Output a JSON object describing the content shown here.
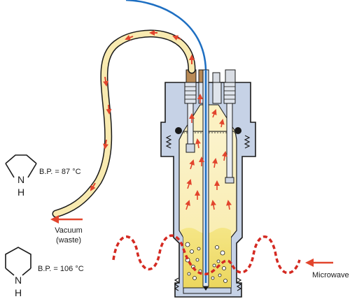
{
  "labels": {
    "pyrrolidine_bp": "B.P. = 87 °C",
    "piperidine_bp": "B.P. = 106 °C",
    "pyrrolidine_n": "N",
    "pyrrolidine_h": "H",
    "piperidine_n": "N",
    "piperidine_h": "H",
    "vacuum_line1": "Vacuum",
    "vacuum_line2": "(waste)",
    "microwave": "Microwave"
  },
  "colors": {
    "flow_arrow": "#e2452d",
    "microwave_wave": "#d42a22",
    "tube": "#f8eab0",
    "gas_phase": "#fbf1c2",
    "liquid": "#f2e27a",
    "vessel_body": "#c4d0e4",
    "probe_blue": "#1e6fc2",
    "fitting_brown": "#b98a55"
  }
}
